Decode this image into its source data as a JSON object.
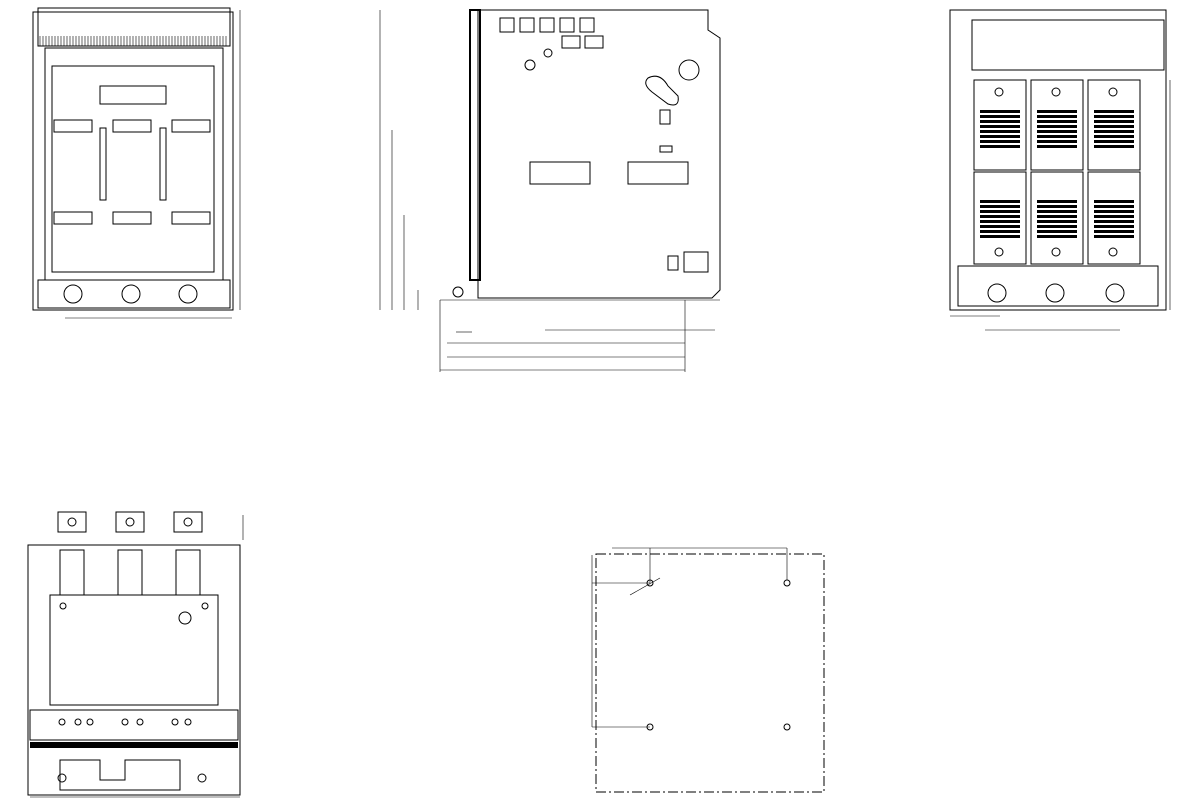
{
  "drawing": {
    "views": [
      "front-view",
      "side-view",
      "rear-view",
      "bottom-view",
      "mounting-hole-plan"
    ],
    "line_color": "#000000",
    "background": "#ffffff"
  }
}
